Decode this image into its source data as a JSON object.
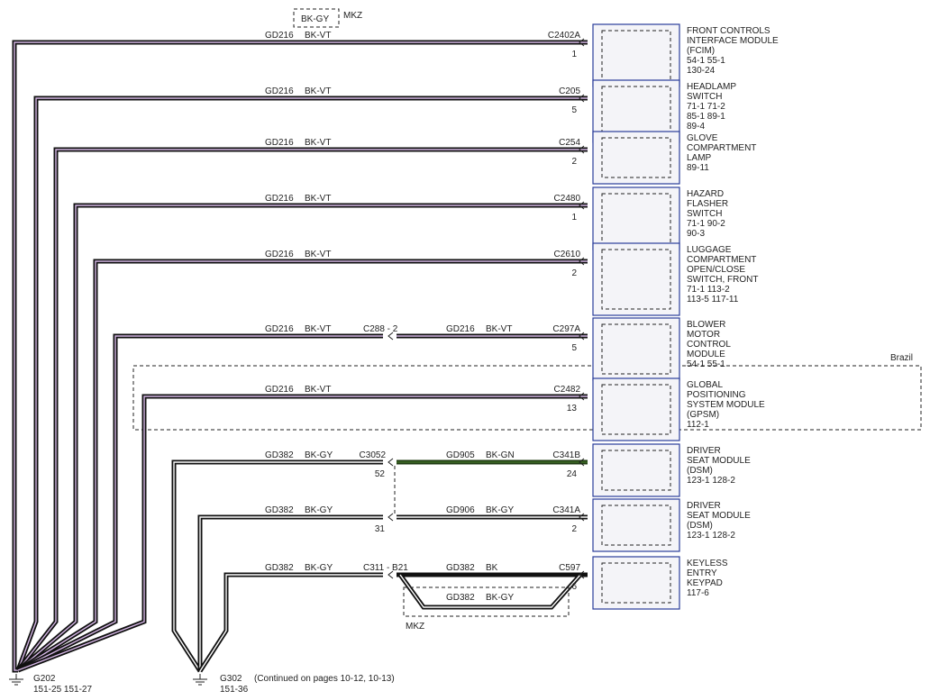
{
  "top_note": {
    "box_label": "BK-GY",
    "option": "MKZ"
  },
  "region_label": "Brazil",
  "connectors": [
    {
      "name": "C2402A",
      "pin": "1",
      "circuit": "GD216",
      "color": "BK-VT",
      "module_lines": [
        "FRONT CONTROLS",
        "INTERFACE MODULE",
        "(FCIM)",
        "54-1    55-1",
        "130-24"
      ]
    },
    {
      "name": "C205",
      "pin": "5",
      "circuit": "GD216",
      "color": "BK-VT",
      "module_lines": [
        "HEADLAMP",
        "SWITCH",
        "71-1    71-2",
        "85-1    89-1",
        "89-4"
      ]
    },
    {
      "name": "C254",
      "pin": "2",
      "circuit": "GD216",
      "color": "BK-VT",
      "module_lines": [
        "GLOVE",
        "COMPARTMENT",
        "LAMP",
        "89-11"
      ]
    },
    {
      "name": "C2480",
      "pin": "1",
      "circuit": "GD216",
      "color": "BK-VT",
      "module_lines": [
        "HAZARD",
        "FLASHER",
        "SWITCH",
        "71-1    90-2",
        "90-3"
      ]
    },
    {
      "name": "C2610",
      "pin": "2",
      "circuit": "GD216",
      "color": "BK-VT",
      "module_lines": [
        "LUGGAGE",
        "COMPARTMENT",
        "OPEN/CLOSE",
        "SWITCH, FRONT",
        "71-1    113-2",
        "113-5   117-11"
      ]
    },
    {
      "name": "C297A",
      "pin": "5",
      "circuit": "GD216",
      "color": "BK-VT",
      "inline": "C288 -  2",
      "left_circuit": "GD216",
      "left_color": "BK-VT",
      "module_lines": [
        "BLOWER",
        "MOTOR",
        "CONTROL",
        "MODULE",
        "54-1    55-1"
      ]
    },
    {
      "name": "C2482",
      "pin": "13",
      "circuit": "GD216",
      "color": "BK-VT",
      "module_lines": [
        "GLOBAL",
        "POSITIONING",
        "SYSTEM MODULE",
        "(GPSM)",
        "112-1"
      ]
    },
    {
      "name": "C341B",
      "pin": "24",
      "circuit": "GD905",
      "color": "BK-GN",
      "inline": "C3052",
      "inline_pin": "52",
      "left_circuit": "GD382",
      "left_color": "BK-GY",
      "module_lines": [
        "DRIVER",
        "SEAT MODULE",
        "(DSM)",
        "123-1   128-2"
      ]
    },
    {
      "name": "C341A",
      "pin": "2",
      "circuit": "GD906",
      "color": "BK-GY",
      "inline_pin": "31",
      "left_circuit": "GD382",
      "left_color": "BK-GY",
      "module_lines": [
        "DRIVER",
        "SEAT MODULE",
        "(DSM)",
        "123-1   128-2"
      ]
    },
    {
      "name": "C597",
      "pin": "6",
      "circuit": "GD382",
      "color": "BK",
      "inline": "C311  -  B21",
      "left_circuit": "GD382",
      "left_color": "BK-GY",
      "alt_circuit": "GD382",
      "alt_color": "BK-GY",
      "alt_option": "MKZ",
      "module_lines": [
        "KEYLESS",
        "ENTRY",
        "KEYPAD",
        "117-6"
      ]
    }
  ],
  "grounds": [
    {
      "name": "G202",
      "pages": "151-25   151-27"
    },
    {
      "name": "G302",
      "note": "(Continued on pages 10-12, 10-13)",
      "pages": "151-36"
    }
  ]
}
